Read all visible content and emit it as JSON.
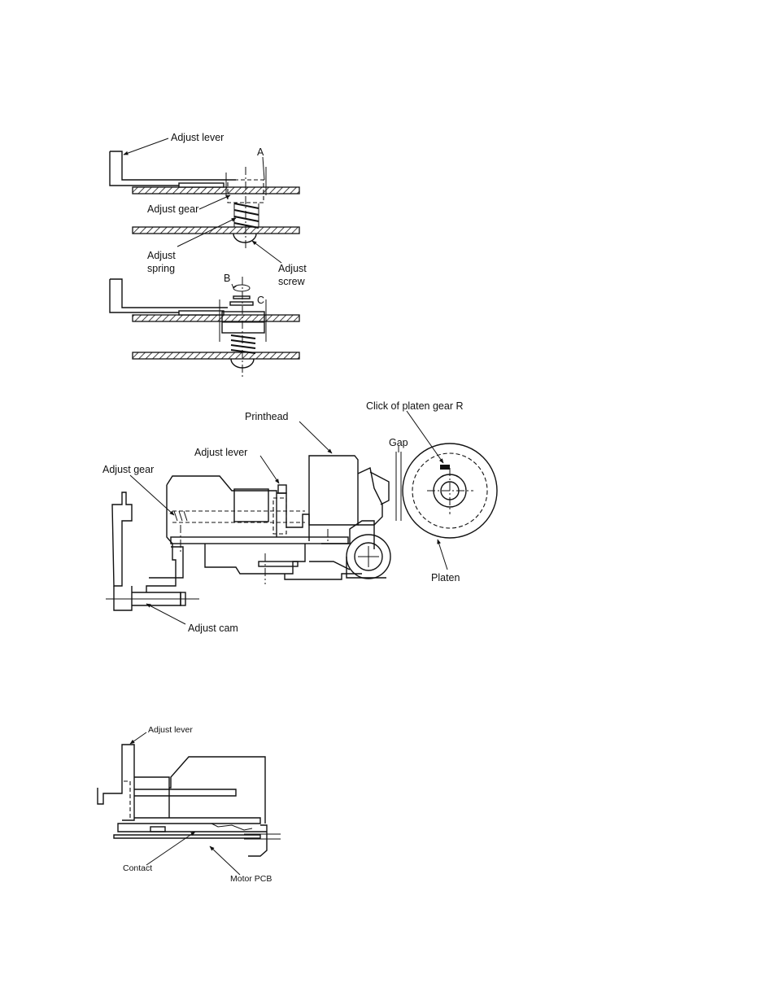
{
  "diagram1": {
    "adjust_lever": "Adjust lever",
    "point_a": "A",
    "adjust_gear": "Adjust gear",
    "adjust_spring_1": "Adjust",
    "adjust_spring_2": "spring",
    "adjust_screw_1": "Adjust",
    "adjust_screw_2": "screw",
    "point_b": "B",
    "point_c": "C"
  },
  "diagram2": {
    "printhead": "Printhead",
    "click_of_platen_gear": "Click of platen gear R",
    "gap": "Gap",
    "adjust_lever": "Adjust lever",
    "adjust_gear": "Adjust gear",
    "platen": "Platen",
    "adjust_cam": "Adjust cam"
  },
  "diagram3": {
    "adjust_lever": "Adjust lever",
    "contact": "Contact",
    "motor_pcb": "Motor PCB"
  }
}
